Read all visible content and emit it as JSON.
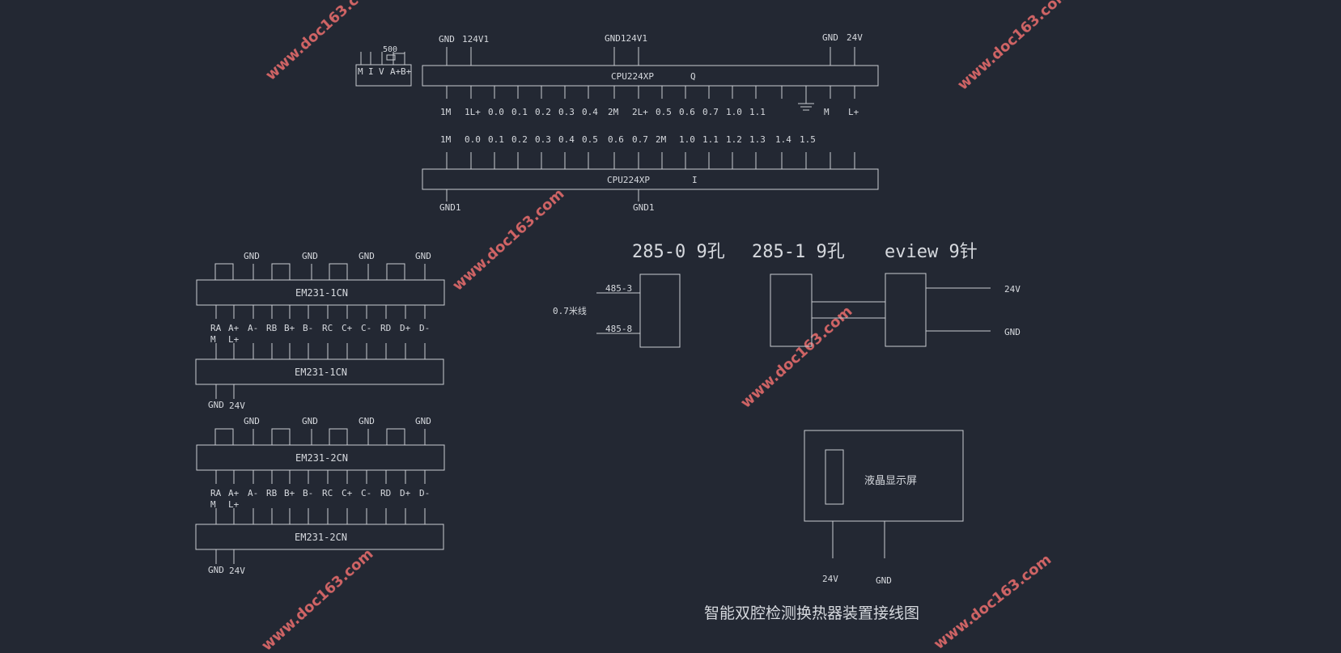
{
  "colors": {
    "background": "#232833",
    "line": "#c9ccd2",
    "text": "#d6d9de",
    "watermark": "#f07070"
  },
  "watermark": "www.doc163.com",
  "cpu_q": {
    "label": "CPU224XP",
    "suffix": "Q",
    "top_left_gnd": "GND",
    "top_left_v": "124V1",
    "top_mid": "GND124V1",
    "top_right_gnd": "GND",
    "top_right_v": "24V",
    "bottom_pins": [
      "1M",
      "1L+",
      "0.0",
      "0.1",
      "0.2",
      "0.3",
      "0.4",
      "2M",
      "2L+",
      "0.5",
      "0.6",
      "0.7",
      "1.0",
      "1.1",
      "",
      "",
      "M",
      "L+"
    ]
  },
  "cpu_i": {
    "label": "CPU224XP",
    "suffix": "I",
    "top_pins": [
      "1M",
      "0.0",
      "0.1",
      "0.2",
      "0.3",
      "0.4",
      "0.5",
      "0.6",
      "0.7",
      "2M",
      "1.0",
      "1.1",
      "1.2",
      "1.3",
      "1.4",
      "1.5"
    ],
    "gnd_left": "GND1",
    "gnd_mid": "GND1"
  },
  "small_connector": {
    "pins": [
      "M",
      "I",
      "V",
      "A+",
      "B+"
    ],
    "resistor": "500"
  },
  "em_modules": [
    {
      "top_label": "EM231-1CN",
      "bottom_label": "EM231-1CN"
    },
    {
      "top_label": "EM231-2CN",
      "bottom_label": "EM231-2CN"
    }
  ],
  "em_top_gnd": [
    "GND",
    "GND",
    "GND",
    "GND"
  ],
  "em_pins": [
    "RA",
    "A+",
    "A-",
    "RB",
    "B+",
    "B-",
    "RC",
    "C+",
    "C-",
    "RD",
    "D+",
    "D-"
  ],
  "em_pins_sub": [
    "M",
    "L+"
  ],
  "em_bottom_gnd": "GND",
  "em_bottom_v": "24V",
  "comm": {
    "title1": "285-0 9孔",
    "title2": "285-1 9孔",
    "title3": "eview 9针",
    "pin1": "485-3",
    "pin2": "485-8",
    "side_label": "0.7米线",
    "v24": "24V",
    "gnd": "GND"
  },
  "lcd": {
    "label": "液晶显示屏",
    "v24": "24V",
    "gnd": "GND"
  },
  "title": "智能双腔检测换热器装置接线图"
}
